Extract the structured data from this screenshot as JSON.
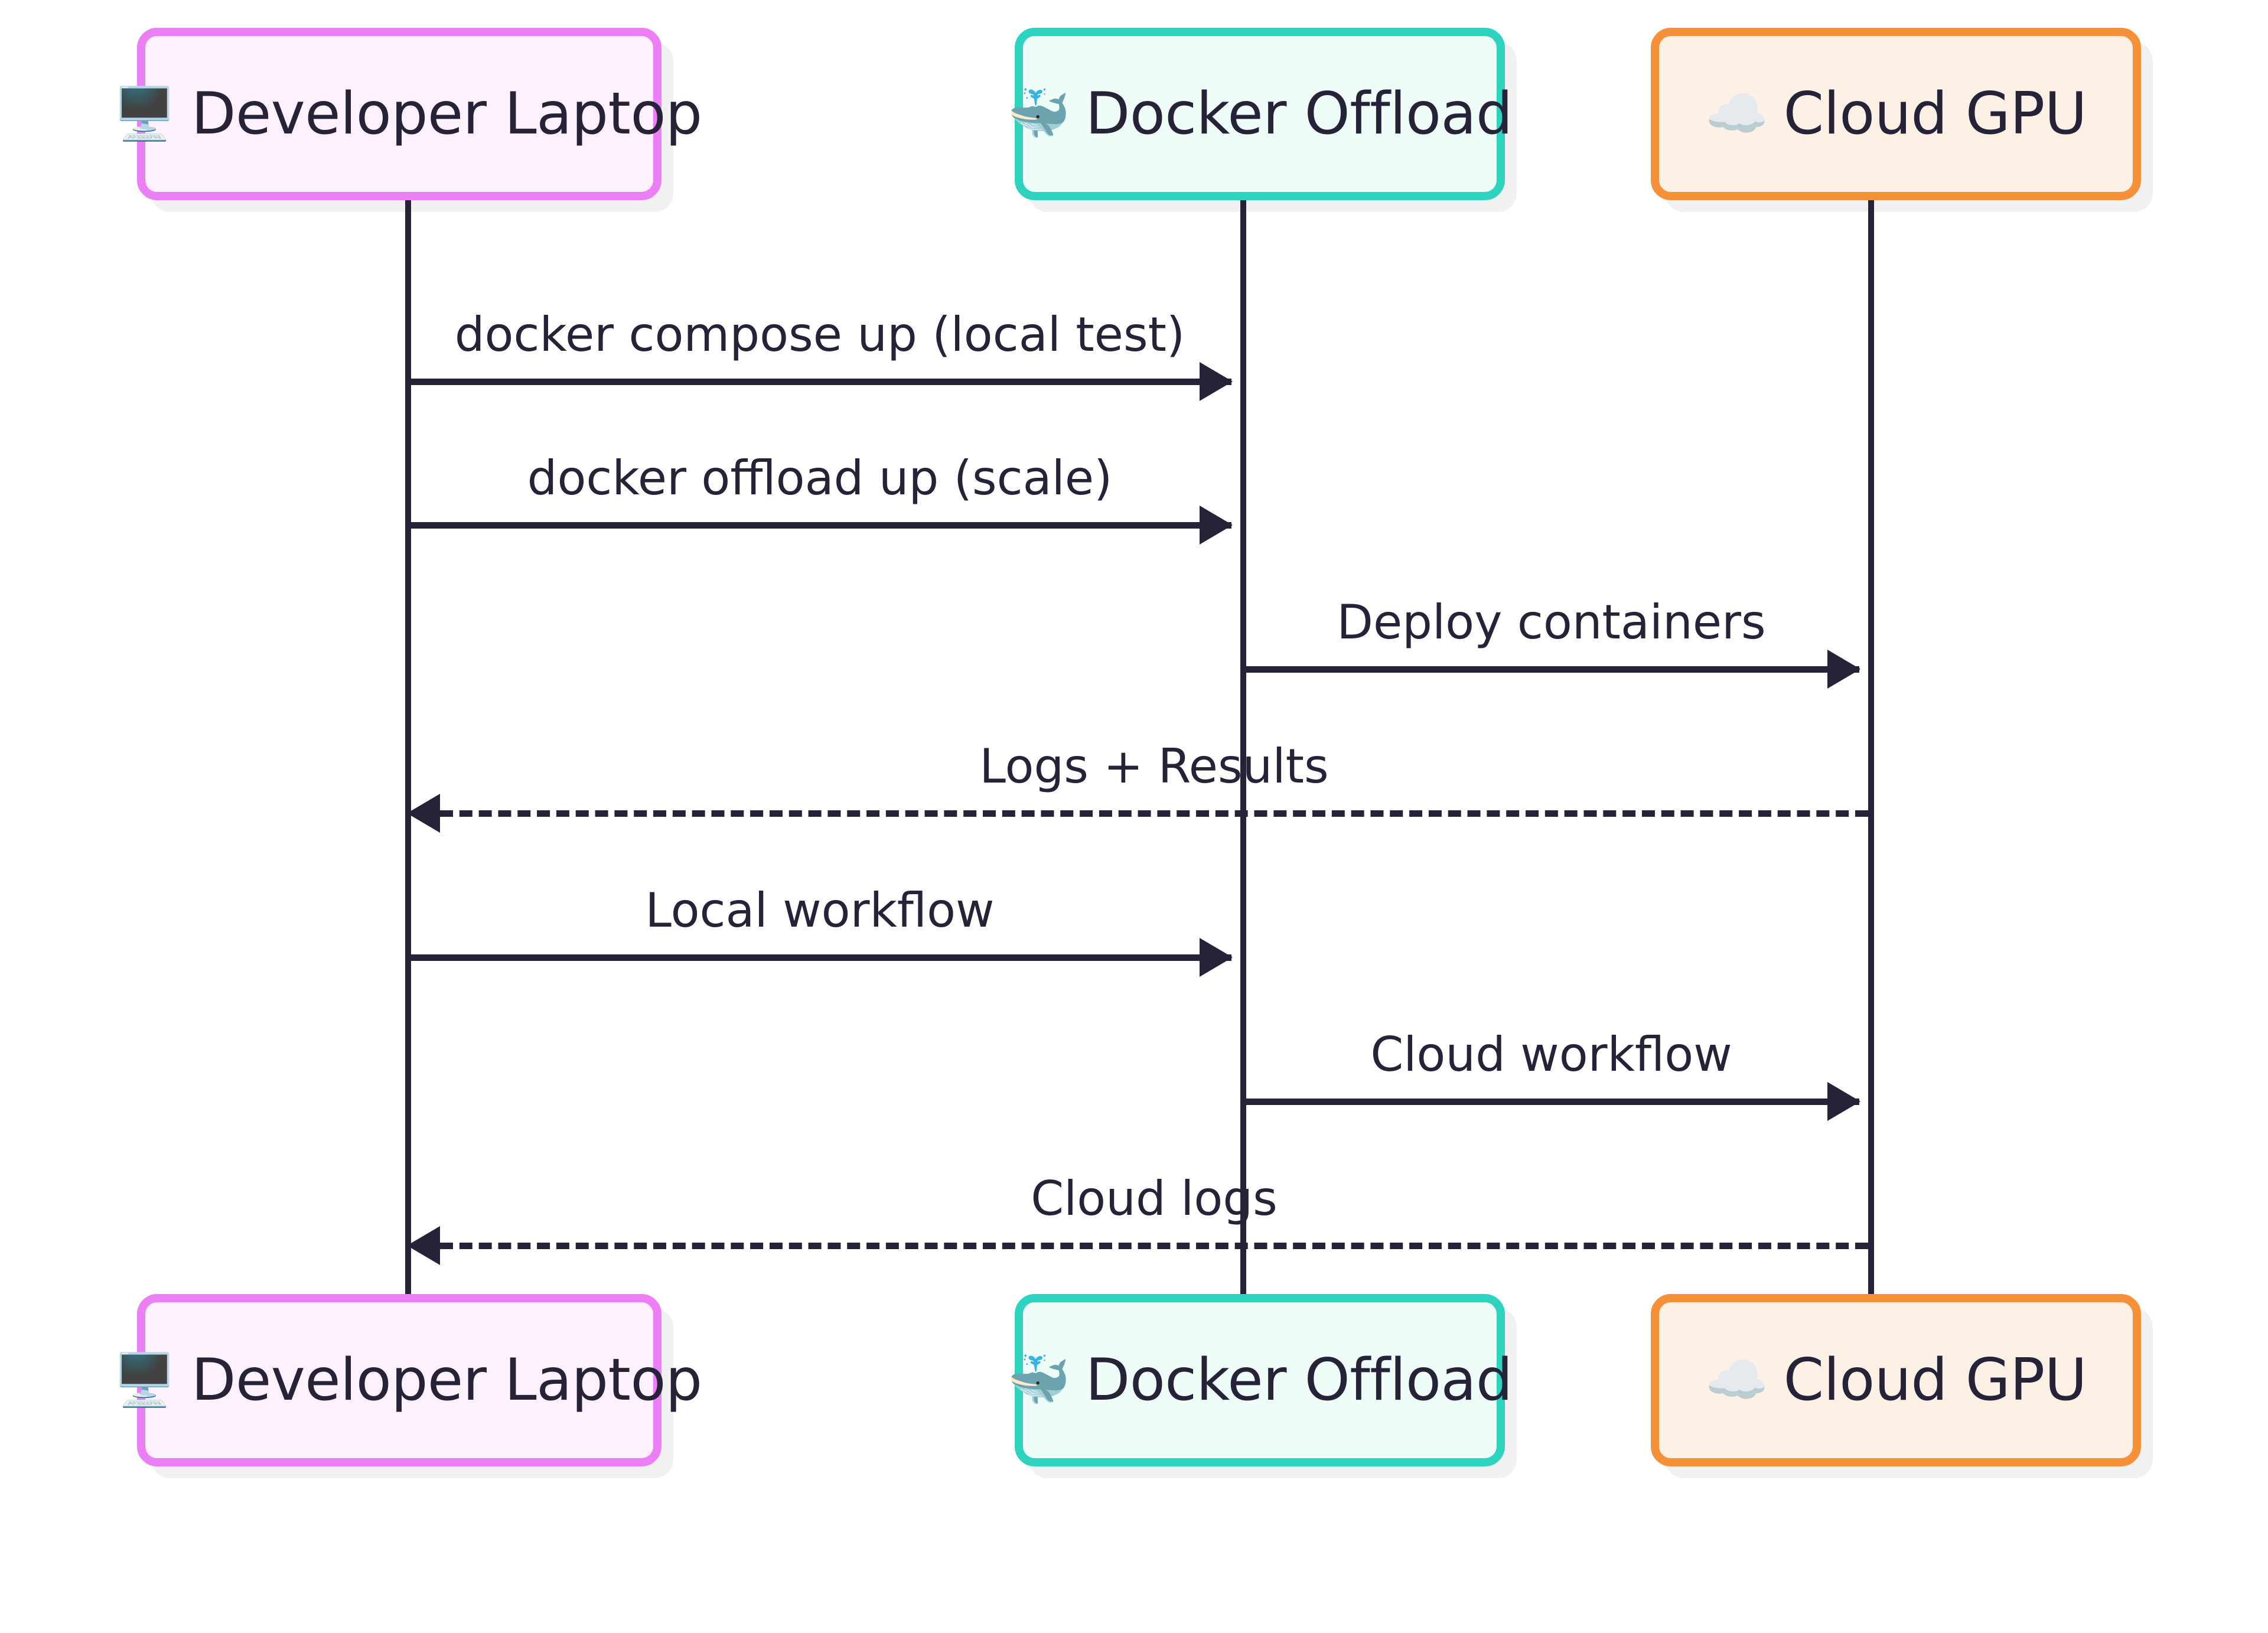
{
  "diagram": {
    "type": "sequence-diagram",
    "title": "",
    "background_color": "#ffffff",
    "line_color": "#262338"
  },
  "participants": [
    {
      "id": "laptop",
      "icon": "desktop-computer-icon",
      "icon_glyph": "🖥️",
      "label": "Developer Laptop",
      "border_color": "#ec7ff5",
      "fill_color": "#fdf1fd"
    },
    {
      "id": "offload",
      "icon": "whale-icon",
      "icon_glyph": "🐳",
      "label": "Docker Offload",
      "border_color": "#2ed3c0",
      "fill_color": "#effdf9"
    },
    {
      "id": "gpu",
      "icon": "cloud-icon",
      "icon_glyph": "☁️",
      "label": "Cloud GPU",
      "border_color": "#f79139",
      "fill_color": "#fdf1e6"
    }
  ],
  "messages": [
    {
      "index": 1,
      "label": "docker compose up (local test)",
      "from": "laptop",
      "to": "offload",
      "direction": "right",
      "style": "solid"
    },
    {
      "index": 2,
      "label": "docker offload up (scale)",
      "from": "laptop",
      "to": "offload",
      "direction": "right",
      "style": "solid"
    },
    {
      "index": 3,
      "label": "Deploy containers",
      "from": "offload",
      "to": "gpu",
      "direction": "right",
      "style": "solid"
    },
    {
      "index": 4,
      "label": "Logs + Results",
      "from": "gpu",
      "to": "laptop",
      "direction": "left",
      "style": "dashed"
    },
    {
      "index": 5,
      "label": "Local workflow",
      "from": "laptop",
      "to": "offload",
      "direction": "right",
      "style": "solid"
    },
    {
      "index": 6,
      "label": "Cloud workflow",
      "from": "offload",
      "to": "gpu",
      "direction": "right",
      "style": "solid"
    },
    {
      "index": 7,
      "label": "Cloud logs",
      "from": "gpu",
      "to": "laptop",
      "direction": "left",
      "style": "dashed"
    }
  ]
}
